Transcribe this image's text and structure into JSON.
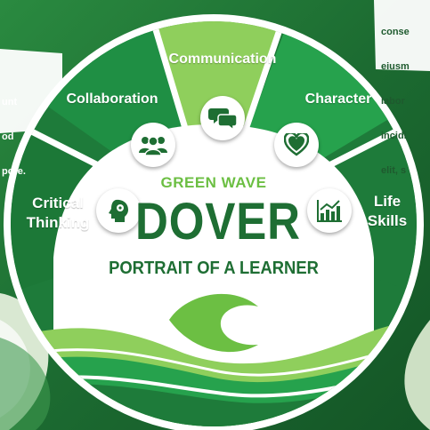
{
  "background_text": {
    "left_lines": [
      "unt",
      "od",
      "pore."
    ],
    "right_lines": [
      "conse",
      "eiusm",
      "labor",
      "incidi",
      "elit, s"
    ]
  },
  "segments": [
    {
      "label": "Communication",
      "icon": "speech-bubbles-icon"
    },
    {
      "label": "Character",
      "icon": "heart-icon"
    },
    {
      "label": "Life\nSkills",
      "icon": "growth-chart-icon"
    },
    {
      "label": "Critical\nThinking",
      "icon": "head-gears-icon"
    },
    {
      "label": "Collaboration",
      "icon": "people-group-icon"
    }
  ],
  "center": {
    "tagline": "GREEN WAVE",
    "name": "DOVER",
    "subtitle": "PORTRAIT OF A LEARNER"
  },
  "colors": {
    "dark_green": "#1e7b3a",
    "medium_green": "#26a24d",
    "light_green": "#8fcf5c",
    "accent_green": "#6cbf43",
    "title_green": "#1e6e33",
    "white": "#ffffff"
  }
}
